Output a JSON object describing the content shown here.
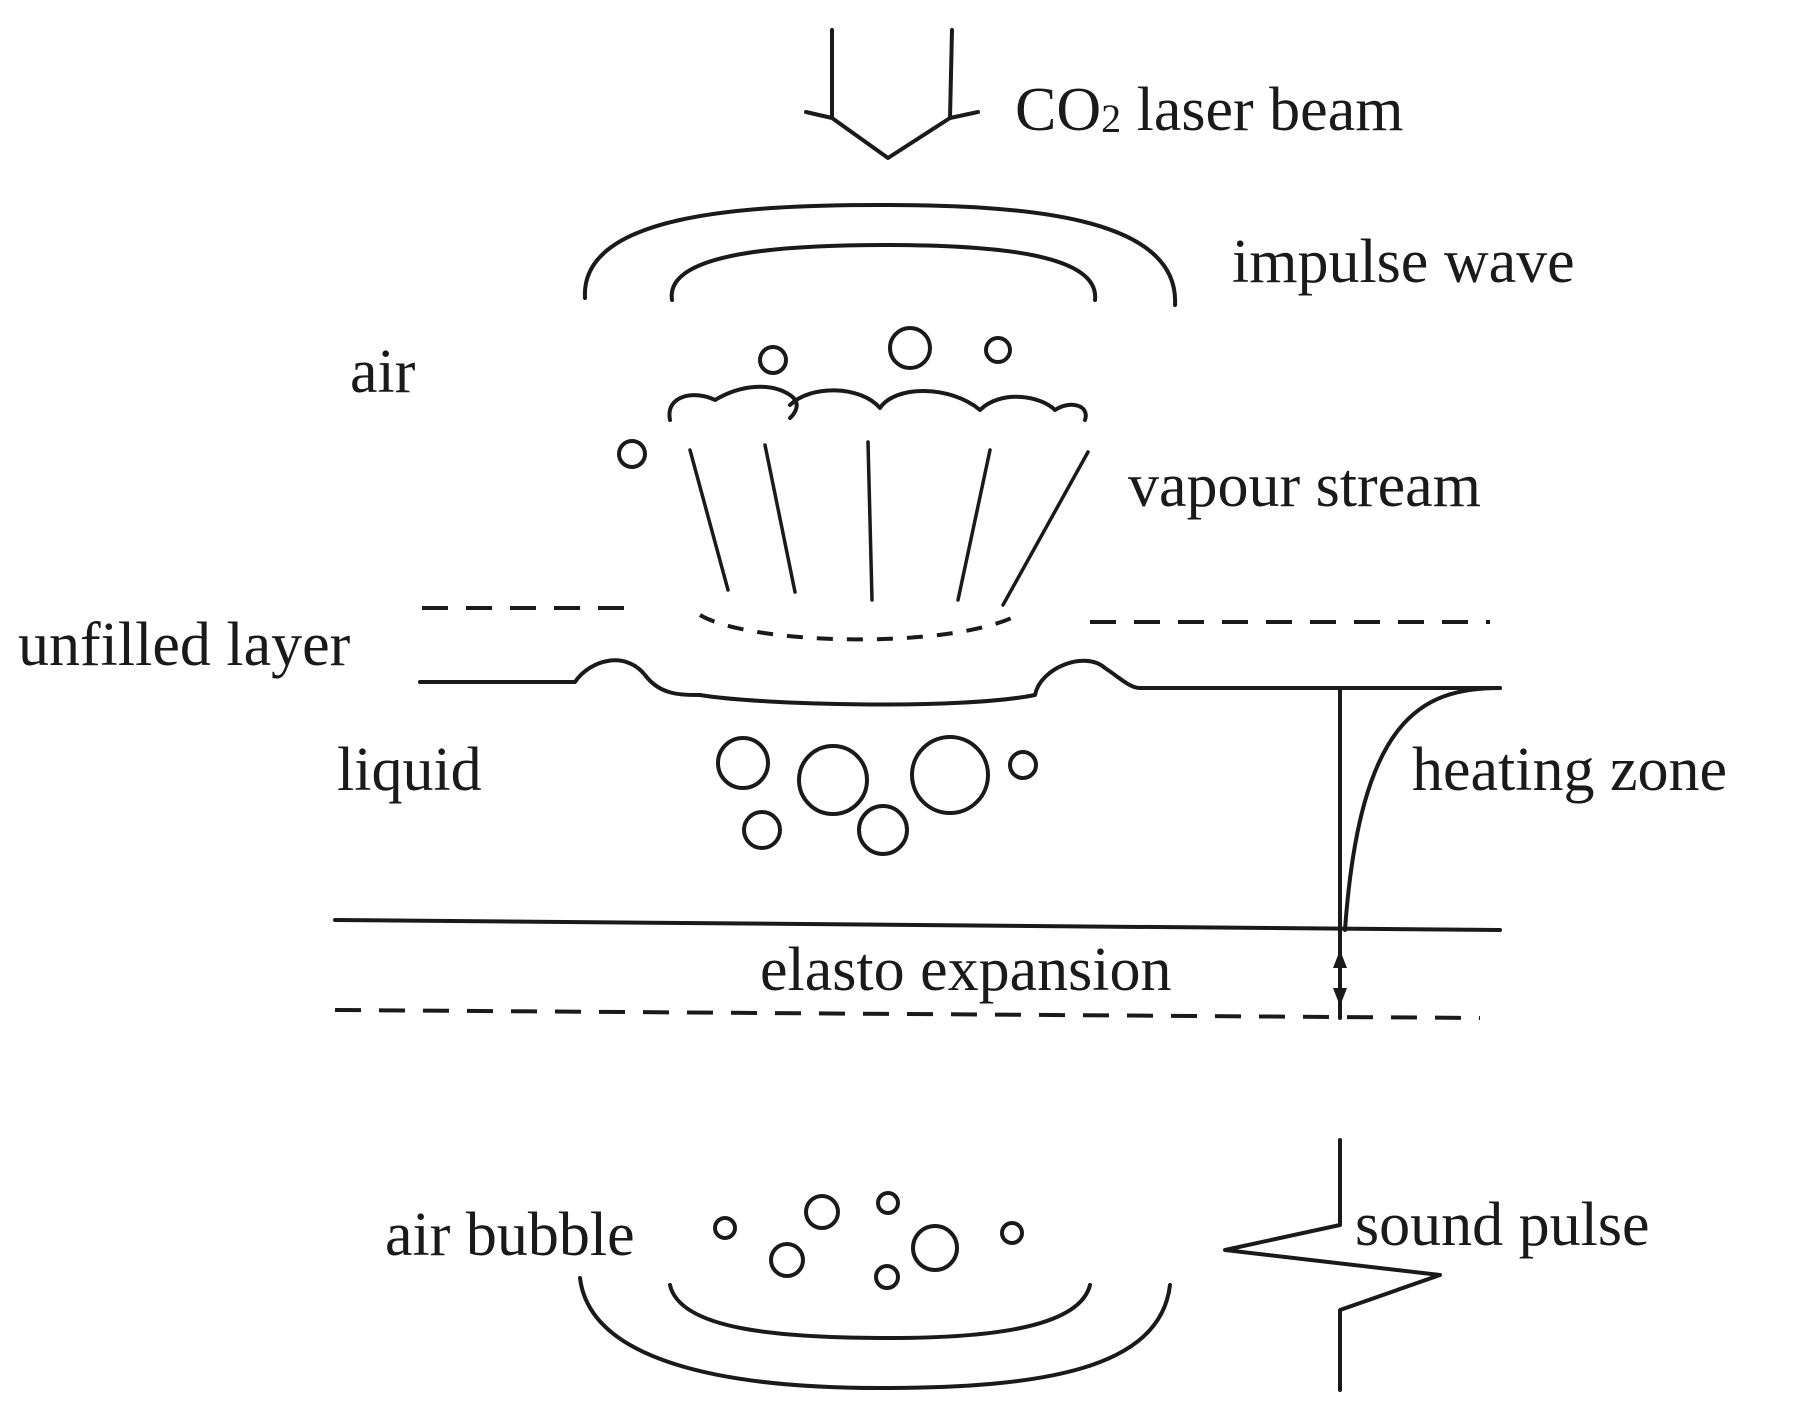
{
  "labels": {
    "laser_beam": {
      "prefix": "CO",
      "subscript": "2",
      "suffix": " laser beam"
    },
    "impulse_wave": "impulse wave",
    "air": "air",
    "vapour_stream": "vapour stream",
    "unfilled_layer": "unfilled layer",
    "liquid": "liquid",
    "heating_zone": "heating zone",
    "elasto_expansion": "elasto expansion",
    "air_bubble": "air bubble",
    "sound_pulse": "sound pulse"
  }
}
